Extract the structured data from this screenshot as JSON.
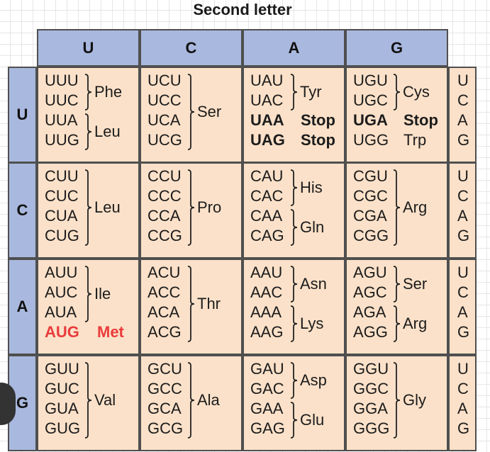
{
  "title": "Second letter",
  "first_letters": [
    "U",
    "C",
    "A",
    "G"
  ],
  "second_letters": [
    "U",
    "C",
    "A",
    "G"
  ],
  "third_letters": [
    "U",
    "C",
    "A",
    "G"
  ],
  "blocks": [
    [
      {
        "codons": [
          "UUU",
          "UUC",
          "UUA",
          "UUG"
        ],
        "groups": [
          {
            "rows": [
              0,
              1
            ],
            "label": "Phe"
          },
          {
            "rows": [
              2,
              3
            ],
            "label": "Leu"
          }
        ]
      },
      {
        "codons": [
          "UCU",
          "UCC",
          "UCA",
          "UCG"
        ],
        "groups": [
          {
            "rows": [
              0,
              3
            ],
            "label": "Ser"
          }
        ]
      },
      {
        "codons": [
          "UAU",
          "UAC",
          "UAA",
          "UAG"
        ],
        "groups": [
          {
            "rows": [
              0,
              1
            ],
            "label": "Tyr"
          }
        ],
        "stops": [
          {
            "row": 2,
            "label": "Stop"
          },
          {
            "row": 3,
            "label": "Stop"
          }
        ]
      },
      {
        "codons": [
          "UGU",
          "UGC",
          "UGA",
          "UGG"
        ],
        "groups": [
          {
            "rows": [
              0,
              1
            ],
            "label": "Cys"
          }
        ],
        "stops": [
          {
            "row": 2,
            "label": "Stop"
          }
        ],
        "plain": [
          {
            "row": 3,
            "label": "Trp"
          }
        ]
      }
    ],
    [
      {
        "codons": [
          "CUU",
          "CUC",
          "CUA",
          "CUG"
        ],
        "groups": [
          {
            "rows": [
              0,
              3
            ],
            "label": "Leu"
          }
        ]
      },
      {
        "codons": [
          "CCU",
          "CCC",
          "CCA",
          "CCG"
        ],
        "groups": [
          {
            "rows": [
              0,
              3
            ],
            "label": "Pro"
          }
        ]
      },
      {
        "codons": [
          "CAU",
          "CAC",
          "CAA",
          "CAG"
        ],
        "groups": [
          {
            "rows": [
              0,
              1
            ],
            "label": "His"
          },
          {
            "rows": [
              2,
              3
            ],
            "label": "Gln"
          }
        ]
      },
      {
        "codons": [
          "CGU",
          "CGC",
          "CGA",
          "CGG"
        ],
        "groups": [
          {
            "rows": [
              0,
              3
            ],
            "label": "Arg"
          }
        ]
      }
    ],
    [
      {
        "codons": [
          "AUU",
          "AUC",
          "AUA",
          "AUG"
        ],
        "groups": [
          {
            "rows": [
              0,
              2
            ],
            "label": "Ile"
          }
        ],
        "start": {
          "row": 3,
          "label": "Met"
        }
      },
      {
        "codons": [
          "ACU",
          "ACC",
          "ACA",
          "ACG"
        ],
        "groups": [
          {
            "rows": [
              0,
              3
            ],
            "label": "Thr"
          }
        ]
      },
      {
        "codons": [
          "AAU",
          "AAC",
          "AAA",
          "AAG"
        ],
        "groups": [
          {
            "rows": [
              0,
              1
            ],
            "label": "Asn"
          },
          {
            "rows": [
              2,
              3
            ],
            "label": "Lys"
          }
        ]
      },
      {
        "codons": [
          "AGU",
          "AGC",
          "AGA",
          "AGG"
        ],
        "groups": [
          {
            "rows": [
              0,
              1
            ],
            "label": "Ser"
          },
          {
            "rows": [
              2,
              3
            ],
            "label": "Arg"
          }
        ]
      }
    ],
    [
      {
        "codons": [
          "GUU",
          "GUC",
          "GUA",
          "GUG"
        ],
        "groups": [
          {
            "rows": [
              0,
              3
            ],
            "label": "Val"
          }
        ]
      },
      {
        "codons": [
          "GCU",
          "GCC",
          "GCA",
          "GCG"
        ],
        "groups": [
          {
            "rows": [
              0,
              3
            ],
            "label": "Ala"
          }
        ]
      },
      {
        "codons": [
          "GAU",
          "GAC",
          "GAA",
          "GAG"
        ],
        "groups": [
          {
            "rows": [
              0,
              1
            ],
            "label": "Asp"
          },
          {
            "rows": [
              2,
              3
            ],
            "label": "Glu"
          }
        ]
      },
      {
        "codons": [
          "GGU",
          "GGC",
          "GGA",
          "GGG"
        ],
        "groups": [
          {
            "rows": [
              0,
              3
            ],
            "label": "Gly"
          }
        ]
      }
    ]
  ],
  "colors": {
    "header": "#a9b8de",
    "body": "#fbe1c9",
    "start": "#ea3b3b"
  }
}
